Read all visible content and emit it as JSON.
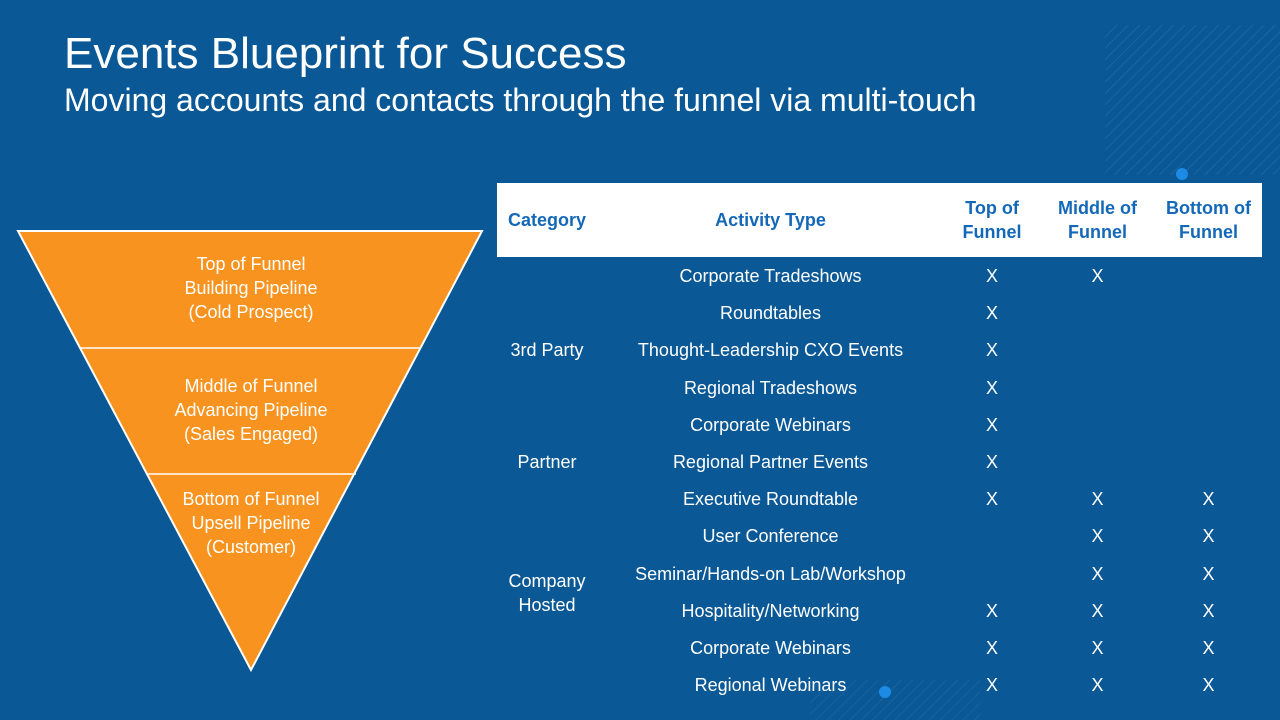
{
  "slide": {
    "title": "Events Blueprint for Success",
    "subtitle": "Moving accounts and contacts through the funnel via multi-touch",
    "background_color": "#0a5895"
  },
  "funnel": {
    "fill_color": "#f7931e",
    "stages": [
      {
        "line1": "Top of Funnel",
        "line2": "Building Pipeline",
        "line3": "(Cold Prospect)"
      },
      {
        "line1": "Middle of Funnel",
        "line2": "Advancing Pipeline",
        "line3": "(Sales Engaged)"
      },
      {
        "line1": "Bottom of Funnel",
        "line2": "Upsell Pipeline",
        "line3": "(Customer)"
      }
    ]
  },
  "table": {
    "header_color": "#1468b8",
    "headers": {
      "category": "Category",
      "activity": "Activity Type",
      "top_line1": "Top of",
      "top_line2": "Funnel",
      "middle_line1": "Middle of",
      "middle_line2": "Funnel",
      "bottom_line1": "Bottom of",
      "bottom_line2": "Funnel"
    },
    "categories": [
      {
        "line1": "3rd Party",
        "line2": ""
      },
      {
        "line1": "Partner",
        "line2": ""
      },
      {
        "line1": "Company",
        "line2": "Hosted"
      }
    ],
    "rows": [
      {
        "activity": "Corporate Tradeshows",
        "top": "X",
        "middle": "X",
        "bottom": ""
      },
      {
        "activity": "Roundtables",
        "top": "X",
        "middle": "",
        "bottom": ""
      },
      {
        "activity": "Thought-Leadership CXO Events",
        "top": "X",
        "middle": "",
        "bottom": ""
      },
      {
        "activity": "Regional Tradeshows",
        "top": "X",
        "middle": "",
        "bottom": ""
      },
      {
        "activity": "Corporate Webinars",
        "top": "X",
        "middle": "",
        "bottom": ""
      },
      {
        "activity": "Regional Partner Events",
        "top": "X",
        "middle": "",
        "bottom": ""
      },
      {
        "activity": "Executive Roundtable",
        "top": "X",
        "middle": "X",
        "bottom": "X"
      },
      {
        "activity": "User Conference",
        "top": "",
        "middle": "X",
        "bottom": "X"
      },
      {
        "activity": "Seminar/Hands-on Lab/Workshop",
        "top": "",
        "middle": "X",
        "bottom": "X"
      },
      {
        "activity": "Hospitality/Networking",
        "top": "X",
        "middle": "X",
        "bottom": "X"
      },
      {
        "activity": "Corporate Webinars",
        "top": "X",
        "middle": "X",
        "bottom": "X"
      },
      {
        "activity": "Regional Webinars",
        "top": "X",
        "middle": "X",
        "bottom": "X"
      }
    ]
  }
}
